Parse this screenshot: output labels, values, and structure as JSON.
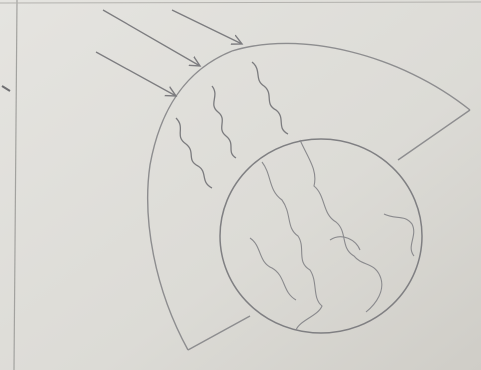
{
  "figure": {
    "kind": "hand-drawn pencil sketch",
    "subject": "earth-with-atmosphere",
    "elements": [
      "earth",
      "atmosphere-layer",
      "incoming-ray-arrows",
      "wavy-heat-lines",
      "continent-outlines"
    ]
  },
  "colors": {
    "paper": "#dedcd7",
    "paper_shadow": "#cfcdc7",
    "pencil": "#8d8d8f",
    "pencil_dark": "#6f6f72",
    "frame_line": "#a2a29f"
  },
  "counts": {
    "incoming_arrows": 3,
    "wavy_lines": 3
  }
}
